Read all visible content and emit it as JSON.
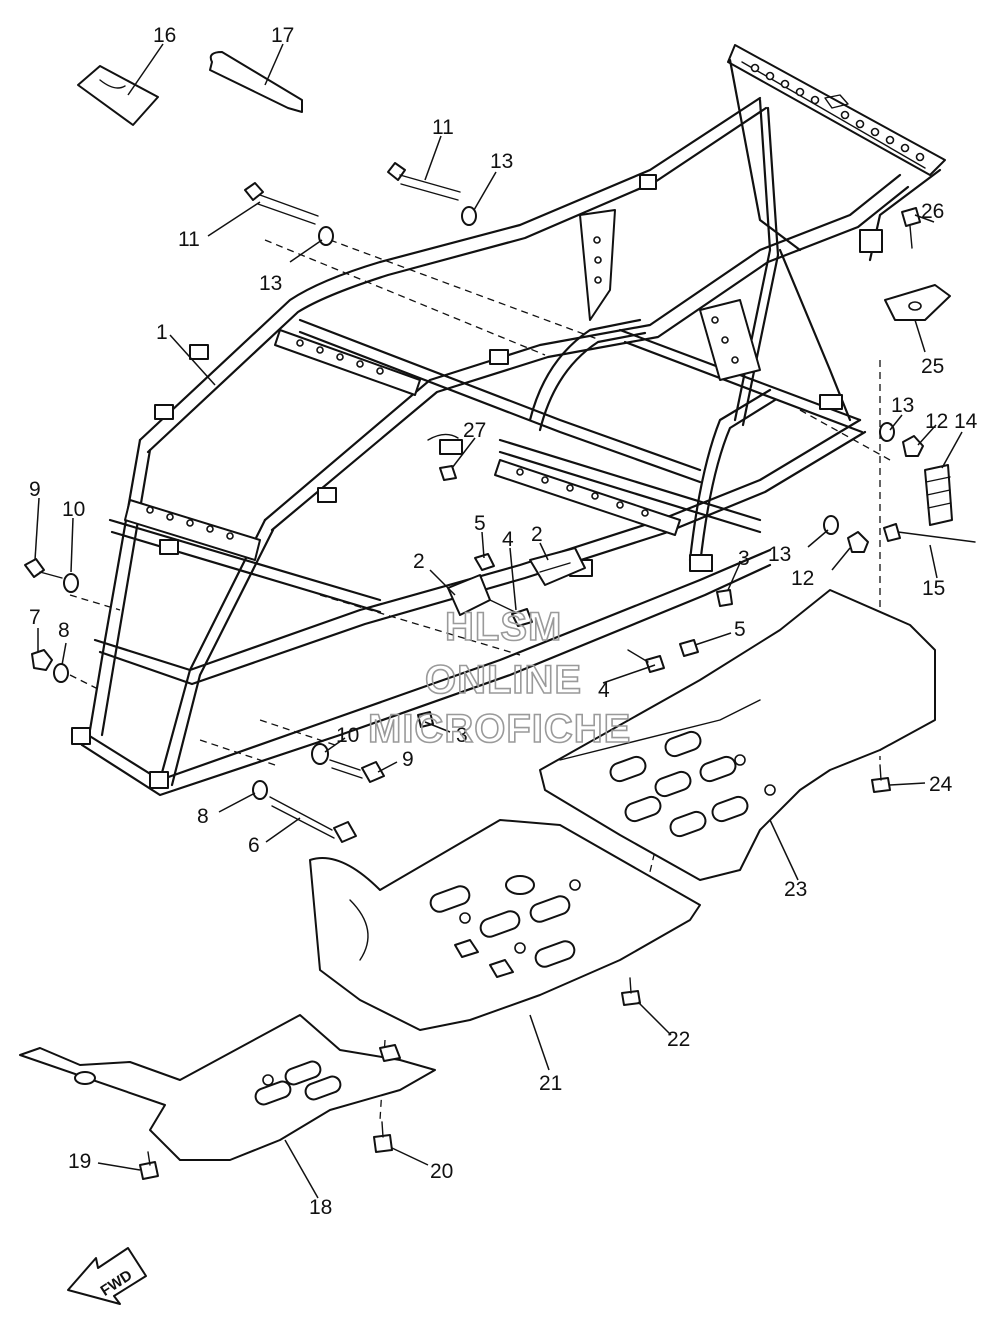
{
  "diagram": {
    "callouts": [
      "16",
      "17",
      "11",
      "13",
      "11",
      "13",
      "1",
      "26",
      "25",
      "27",
      "13",
      "12",
      "14",
      "9",
      "10",
      "5",
      "2",
      "4",
      "2",
      "3",
      "13",
      "12",
      "15",
      "7",
      "8",
      "5",
      "4",
      "10",
      "3",
      "9",
      "24",
      "8",
      "6",
      "23",
      "22",
      "21",
      "19",
      "20",
      "18"
    ],
    "watermark": [
      "HLSM",
      "ONLINE",
      "MICROFICHE"
    ],
    "fwd_label": "FWD"
  }
}
